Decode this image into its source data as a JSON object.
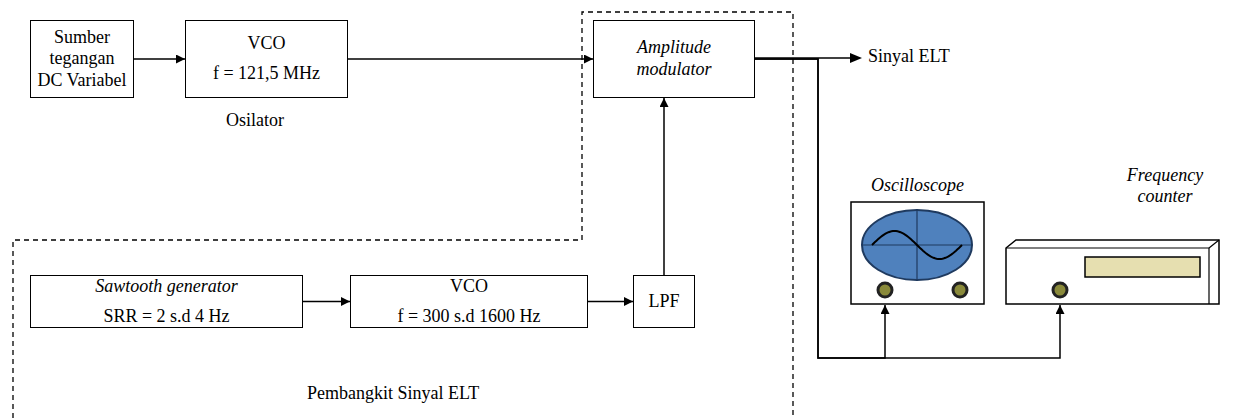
{
  "diagram": {
    "nodes": [
      {
        "text": [
          "Sumber tegangan DC Variabel"
        ]
      },
      {
        "text": [
          "VCO",
          "f = 121,5 MHz"
        ]
      },
      {
        "text": [
          "Amplitude modulator"
        ]
      },
      {
        "text": [
          "Sawtooth generator",
          "SRR = 2 s.d 4 Hz"
        ]
      },
      {
        "text": [
          "VCO",
          "f = 300 s.d 1600 Hz"
        ]
      },
      {
        "text": [
          "LPF"
        ]
      },
      {
        "text": [
          "Oscilloscope"
        ]
      },
      {
        "text": [
          "Frequency counter"
        ]
      }
    ],
    "edges": [
      {
        "from": 0,
        "to": 1,
        "arrow": "to"
      },
      {
        "from": 1,
        "to": 2,
        "arrow": "to"
      },
      {
        "from": 3,
        "to": 4,
        "arrow": "to"
      },
      {
        "from": 4,
        "to": 5,
        "arrow": "to"
      },
      {
        "from": 5,
        "to": 2,
        "arrow": "to"
      },
      {
        "from": 2,
        "to": 6,
        "arrow": "to"
      },
      {
        "from": 2,
        "to": 7,
        "arrow": "to"
      }
    ],
    "labels": [
      "Osilator",
      "Sinyal ELT",
      "Pembangkit Sinyal ELT"
    ]
  }
}
